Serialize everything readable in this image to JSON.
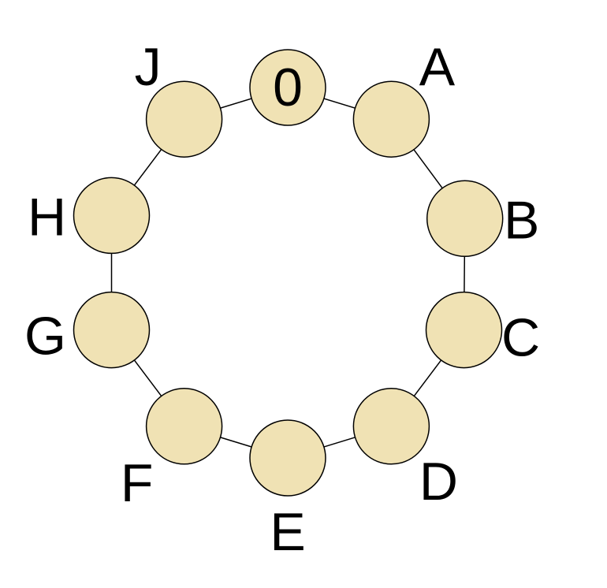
{
  "diagram": {
    "node_fill": "#F0E2B4",
    "node_stroke": "#000000",
    "edge_color": "#000000",
    "nodes": [
      {
        "label": "0"
      },
      {
        "label": "A"
      },
      {
        "label": "B"
      },
      {
        "label": "C"
      },
      {
        "label": "D"
      },
      {
        "label": "E"
      },
      {
        "label": "F"
      },
      {
        "label": "G"
      },
      {
        "label": "H"
      },
      {
        "label": "J"
      }
    ],
    "edges": [
      [
        "0",
        "A"
      ],
      [
        "A",
        "B"
      ],
      [
        "B",
        "C"
      ],
      [
        "C",
        "D"
      ],
      [
        "D",
        "E"
      ],
      [
        "E",
        "F"
      ],
      [
        "F",
        "G"
      ],
      [
        "G",
        "H"
      ],
      [
        "H",
        "J"
      ],
      [
        "J",
        "0"
      ]
    ]
  }
}
